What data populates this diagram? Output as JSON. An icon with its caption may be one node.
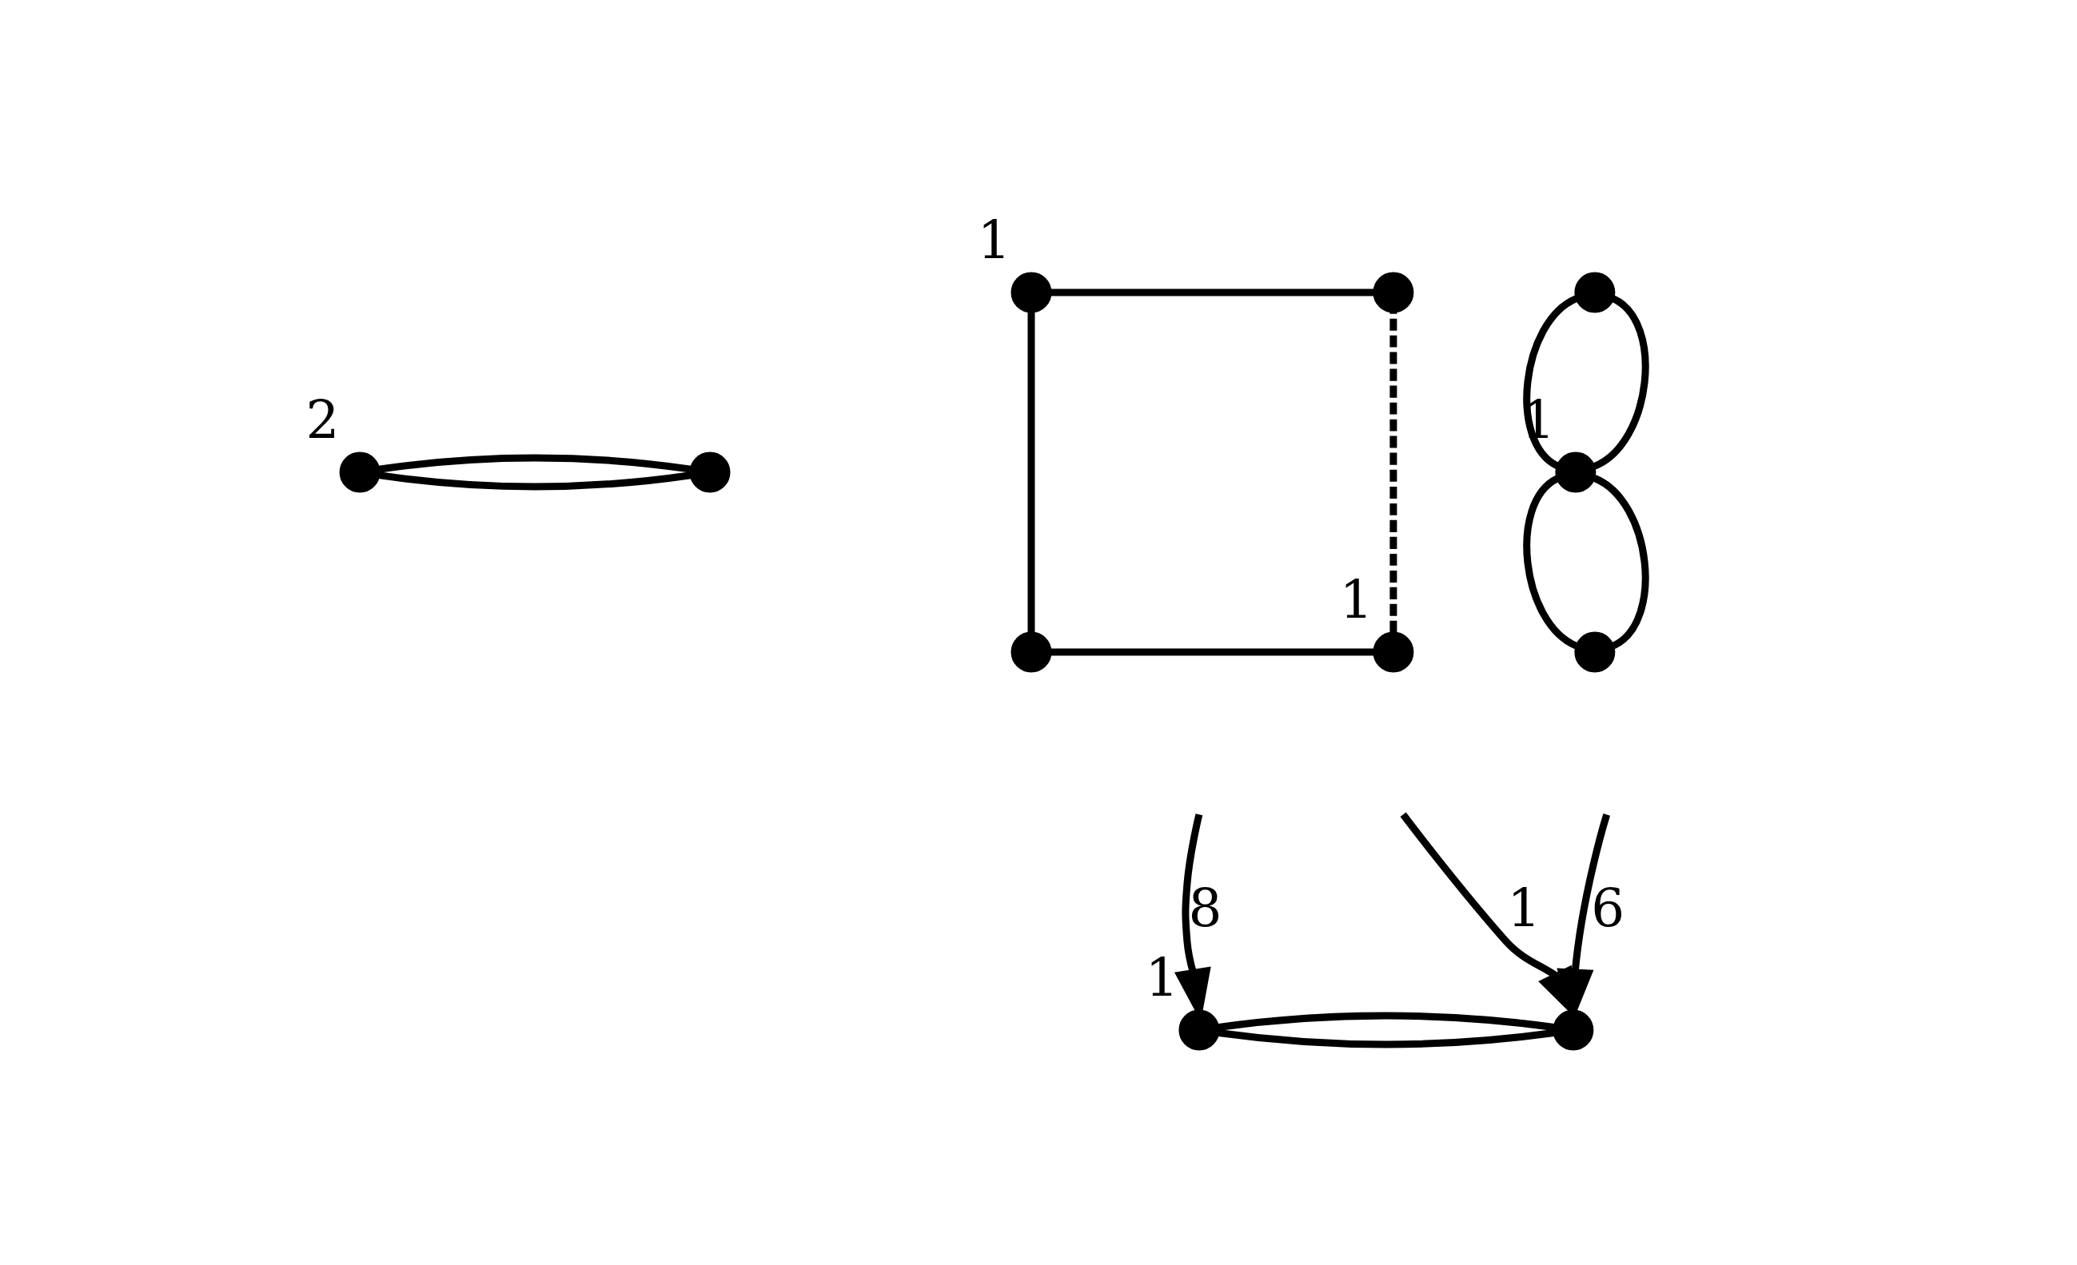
{
  "diagram": {
    "nodes": [
      {
        "text": [],
        "shape": "circle",
        "beside": [
          "2"
        ]
      },
      {
        "text": [],
        "shape": "circle"
      },
      {
        "text": [],
        "shape": "circle",
        "beside": [
          "1"
        ]
      },
      {
        "text": [],
        "shape": "circle"
      },
      {
        "text": [],
        "shape": "circle",
        "beside": [
          "1"
        ]
      },
      {
        "text": [],
        "shape": "circle"
      },
      {
        "text": [],
        "shape": "circle",
        "beside": [
          "1"
        ]
      },
      {
        "text": [],
        "shape": "circle"
      },
      {
        "text": [],
        "shape": "circle"
      },
      {
        "text": [],
        "shape": "circle",
        "beside": [
          "1"
        ]
      },
      {
        "text": [],
        "shape": "circle"
      }
    ],
    "edges": [
      {
        "from": 0,
        "to": 1,
        "arrow": "none"
      },
      {
        "from": 0,
        "to": 1,
        "arrow": "none"
      },
      {
        "from": 2,
        "to": 3,
        "arrow": "none"
      },
      {
        "from": 2,
        "to": 5,
        "arrow": "none"
      },
      {
        "from": 4,
        "to": 3,
        "arrow": "none",
        "style": "dashed"
      },
      {
        "from": 4,
        "to": 5,
        "arrow": "none"
      },
      {
        "from": 6,
        "to": 7,
        "arrow": "none"
      },
      {
        "from": 6,
        "to": 7,
        "arrow": "none"
      },
      {
        "from": 6,
        "to": 8,
        "arrow": "none"
      },
      {
        "from": 6,
        "to": 8,
        "arrow": "none"
      },
      {
        "from": 9,
        "to": 10,
        "arrow": "none"
      },
      {
        "from": 9,
        "to": 10,
        "arrow": "none"
      },
      {
        "from": null,
        "to": 9,
        "arrow": "to",
        "label": "8"
      },
      {
        "from": null,
        "to": 10,
        "arrow": "to",
        "label": "1"
      },
      {
        "from": null,
        "to": 10,
        "arrow": "to",
        "label": "6"
      }
    ]
  }
}
